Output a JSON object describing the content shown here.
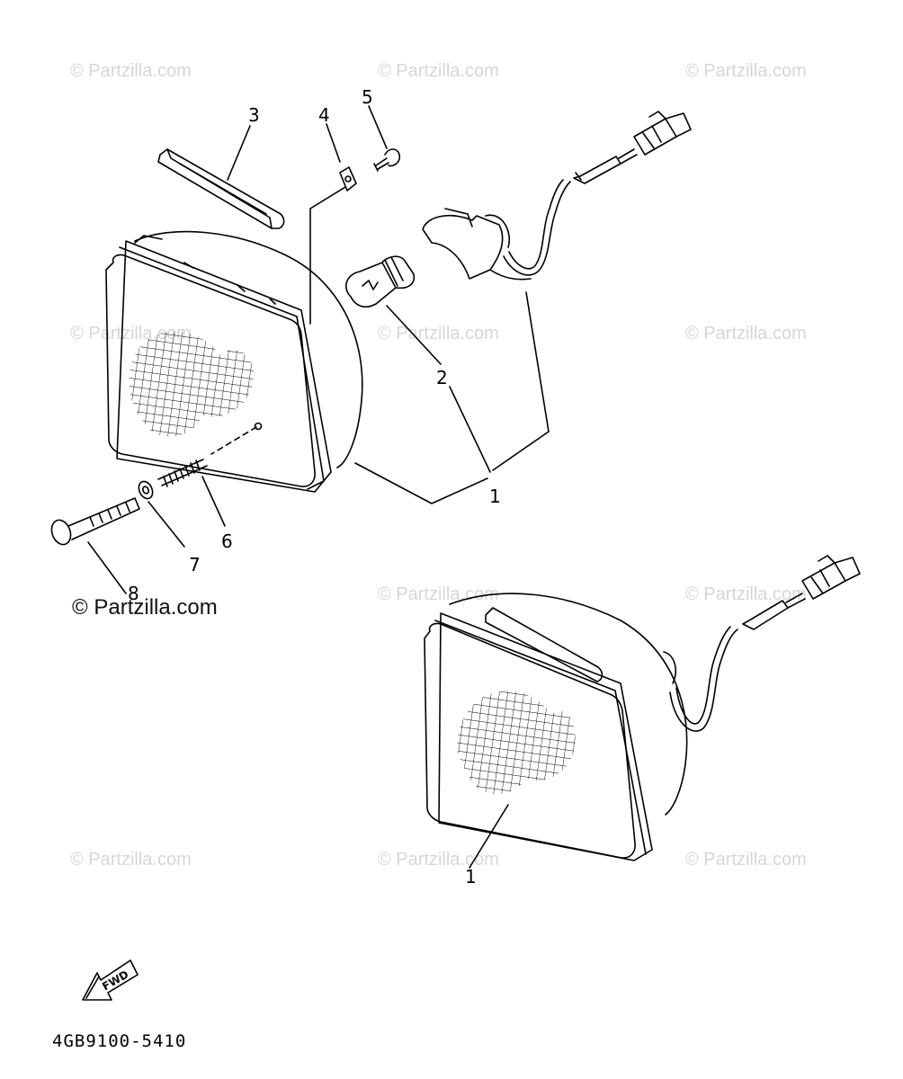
{
  "watermark": {
    "faint_text": "© Partzilla.com",
    "main_text": "© Partzilla.com"
  },
  "callouts": {
    "headlight_assy_upper": "1",
    "bulb": "2",
    "cover_strip": "3",
    "nut": "4",
    "screw": "5",
    "spring": "6",
    "washer": "7",
    "bolt": "8",
    "headlight_assy_lower": "1"
  },
  "fwd_arrow": {
    "label": "FWD"
  },
  "diagram_code": "4GB9100-5410",
  "colors": {
    "line": "#000000",
    "watermark": "#d6d6d6",
    "background": "#ffffff"
  }
}
